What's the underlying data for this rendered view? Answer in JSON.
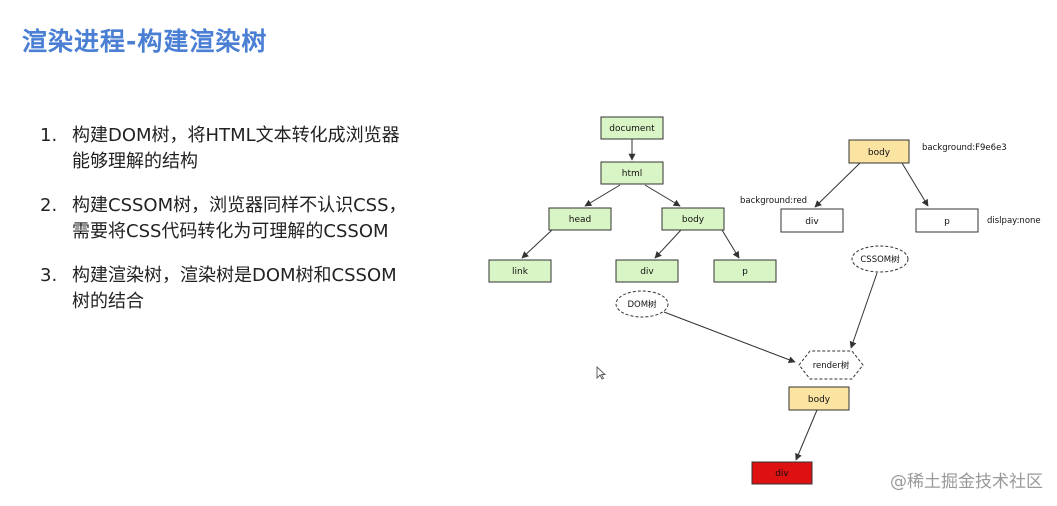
{
  "title": "渲染进程-构建渲染树",
  "points": [
    {
      "num": "1.",
      "text": "构建DOM树，将HTML文本转化成浏览器能够理解的结构"
    },
    {
      "num": "2.",
      "text": "构建CSSOM树，浏览器同样不认识CSS，需要将CSS代码转化为可理解的CSSOM"
    },
    {
      "num": "3.",
      "text": "构建渲染树，渲染树是DOM树和CSSOM树的结合"
    }
  ],
  "dom_tree": {
    "document": "document",
    "html": "html",
    "head": "head",
    "body": "body",
    "link": "link",
    "div": "div",
    "p": "p",
    "label": "DOM树"
  },
  "cssom_tree": {
    "body": "body",
    "body_style": "background:F9e6e3",
    "div": "div",
    "div_style": "background:red",
    "p": "p",
    "p_style": "dislpay:none",
    "label": "CSSOM树"
  },
  "render_tree": {
    "label": "render树",
    "body": "body",
    "div": "div"
  },
  "colors": {
    "title": "#4a7fd4",
    "dom_node": "#d9f5c5",
    "cssom_body": "#fbe3a2",
    "render_div": "#dd1111"
  },
  "watermark": "@稀土掘金技术社区"
}
